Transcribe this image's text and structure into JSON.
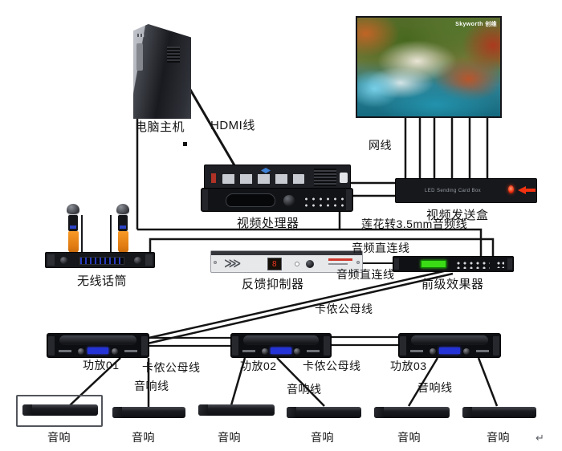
{
  "colors": {
    "wire": "#141414",
    "mic_orange": "#ef8c1f",
    "led_red": "#ef2c0c",
    "arrow_red": "#f23210",
    "effects_display_green": "#3bdc16",
    "amp_display_blue": "#2433d6",
    "suppressor_silver": "#e7e8ea"
  },
  "screen": {
    "brand": "Skyworth 创维"
  },
  "labels": {
    "computer": "电脑主机",
    "hdmi": "HDMI线",
    "network": "网线",
    "video_processor": "视频处理器",
    "sender_box": "视频发送盒",
    "sender_panel_text": "LED Sending Card Box",
    "rca_to_35mm": "莲花转3.5mm音频线",
    "audio_direct": [
      "音频直连线",
      "音频直连线"
    ],
    "wireless_mic": "无线话筒",
    "feedback_suppressor": "反馈抑制器",
    "effects_processor": "前级效果器",
    "xlr_cable": [
      "卡侬公母线",
      "卡侬公母线",
      "卡侬公母线"
    ],
    "amplifiers": [
      "功放01",
      "功放02",
      "功放03"
    ],
    "speaker_wire": [
      "音响线",
      "音响线",
      "音响线"
    ],
    "speakers": [
      "音响",
      "音响",
      "音响",
      "音响",
      "音响",
      "音响"
    ],
    "paragraph_mark": "↵"
  }
}
